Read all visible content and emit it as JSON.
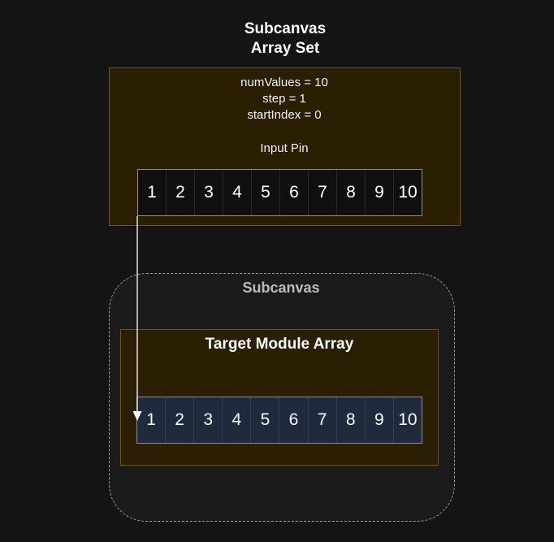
{
  "array_set": {
    "title_line1": "Subcanvas",
    "title_line2": "Array Set",
    "params": [
      "numValues = 10",
      "step = 1",
      "startIndex = 0"
    ],
    "input_pin_label": "Input Pin",
    "cells": [
      "1",
      "2",
      "3",
      "4",
      "5",
      "6",
      "7",
      "8",
      "9",
      "10"
    ]
  },
  "subcanvas": {
    "label": "Subcanvas",
    "target": {
      "label": "Target Module Array",
      "cells": [
        "1",
        "2",
        "3",
        "4",
        "5",
        "6",
        "7",
        "8",
        "9",
        "10"
      ]
    }
  },
  "colors": {
    "background": "#141414",
    "module_fill": "#2a1f03",
    "module_border": "#6d5518",
    "target_array_fill": "#1f2a3c",
    "connector": "#ffffff"
  }
}
